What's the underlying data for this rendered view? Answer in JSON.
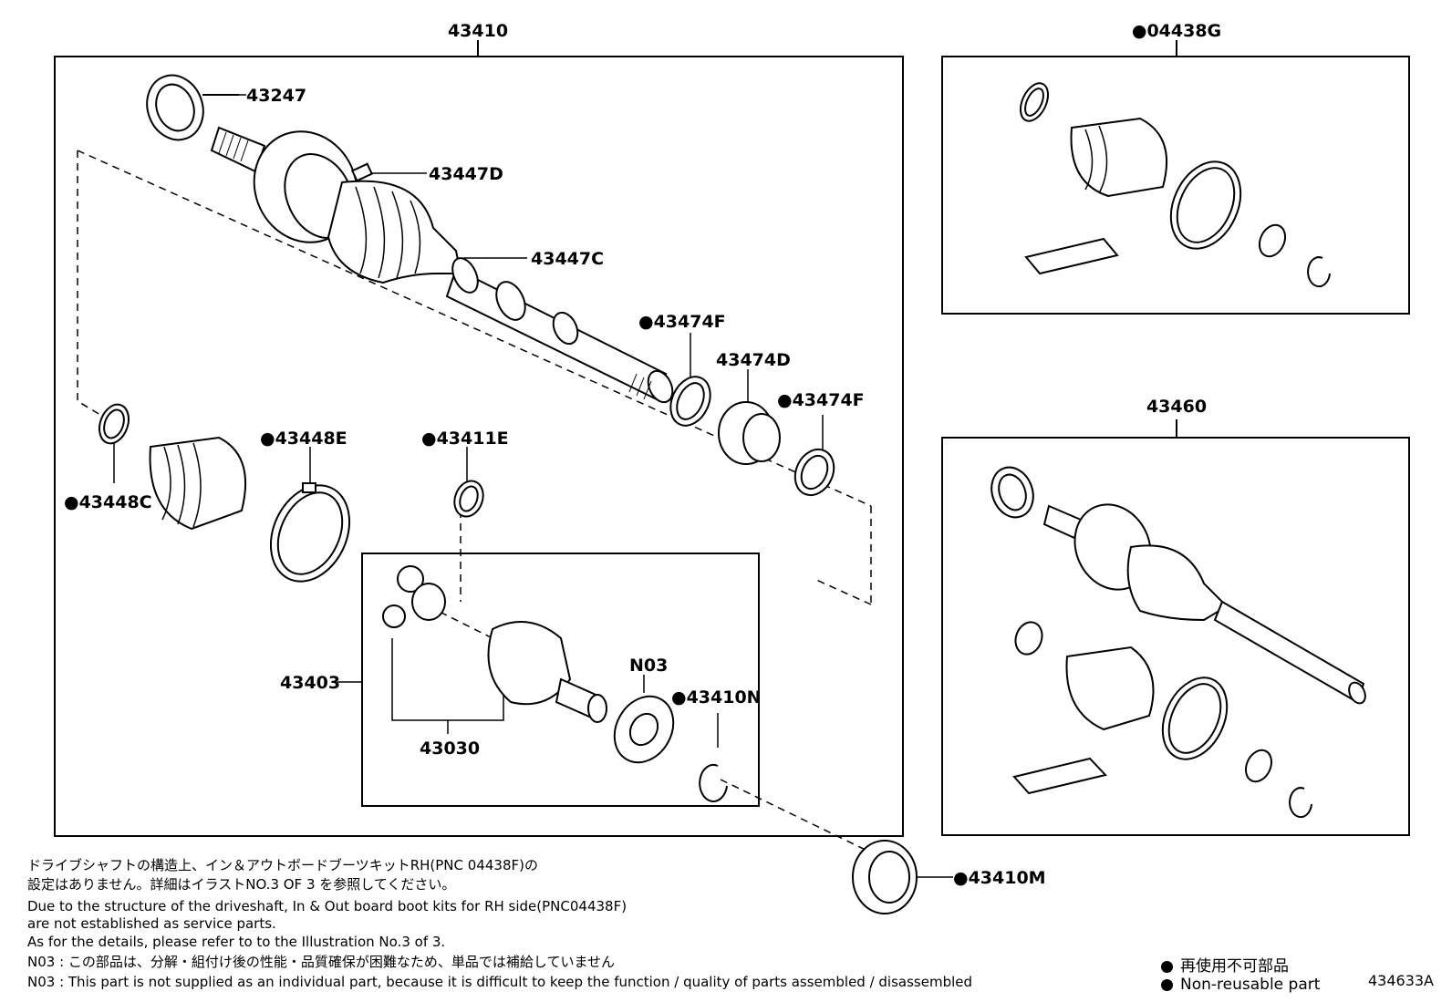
{
  "labels": {
    "assy_main": "43410",
    "kit_rh": "●04438G",
    "assy_lh": "43460",
    "dust_seal_outer": "43247",
    "boot_clamp_large": "43447D",
    "boot_clamp_small": "43447C",
    "snap_ring_a": "●43474F",
    "damper": "43474D",
    "snap_ring_b": "●43474F",
    "inboard_boot_ring": "●43448C",
    "inboard_boot_clamp": "●43448E",
    "snap_ring_c": "●43411E",
    "inboard_joint": "43403",
    "tripod_joint": "43030",
    "note_part": "N03",
    "snap_ring_d": "●43410N",
    "bearing": "●43410M"
  },
  "notes": {
    "jp_line1": "ドライブシャフトの構造上、イン＆アウトボードブーツキットRH(PNC 04438F)の",
    "jp_line2": "設定はありません。詳細はイラストNO.3 OF 3 を参照してください。",
    "en_line1": "Due to the structure of the driveshaft, In & Out board  boot kits for RH side(PNC04438F)",
    "en_line2": "are not established as service parts.",
    "en_line3": "As for the details, please refer to to the Illustration No.3 of 3.",
    "n03_jp": "N03 : この部品は、分解・組付け後の性能・品質確保が困難なため、単品では補給していません",
    "n03_en": "N03 : This part is not supplied as an individual part, because it is difficult to keep the function / quality of parts  assembled / disassembled"
  },
  "legend": {
    "jp": "再使用不可部品",
    "en": "Non-reusable part"
  },
  "illustration_code": "434633A"
}
